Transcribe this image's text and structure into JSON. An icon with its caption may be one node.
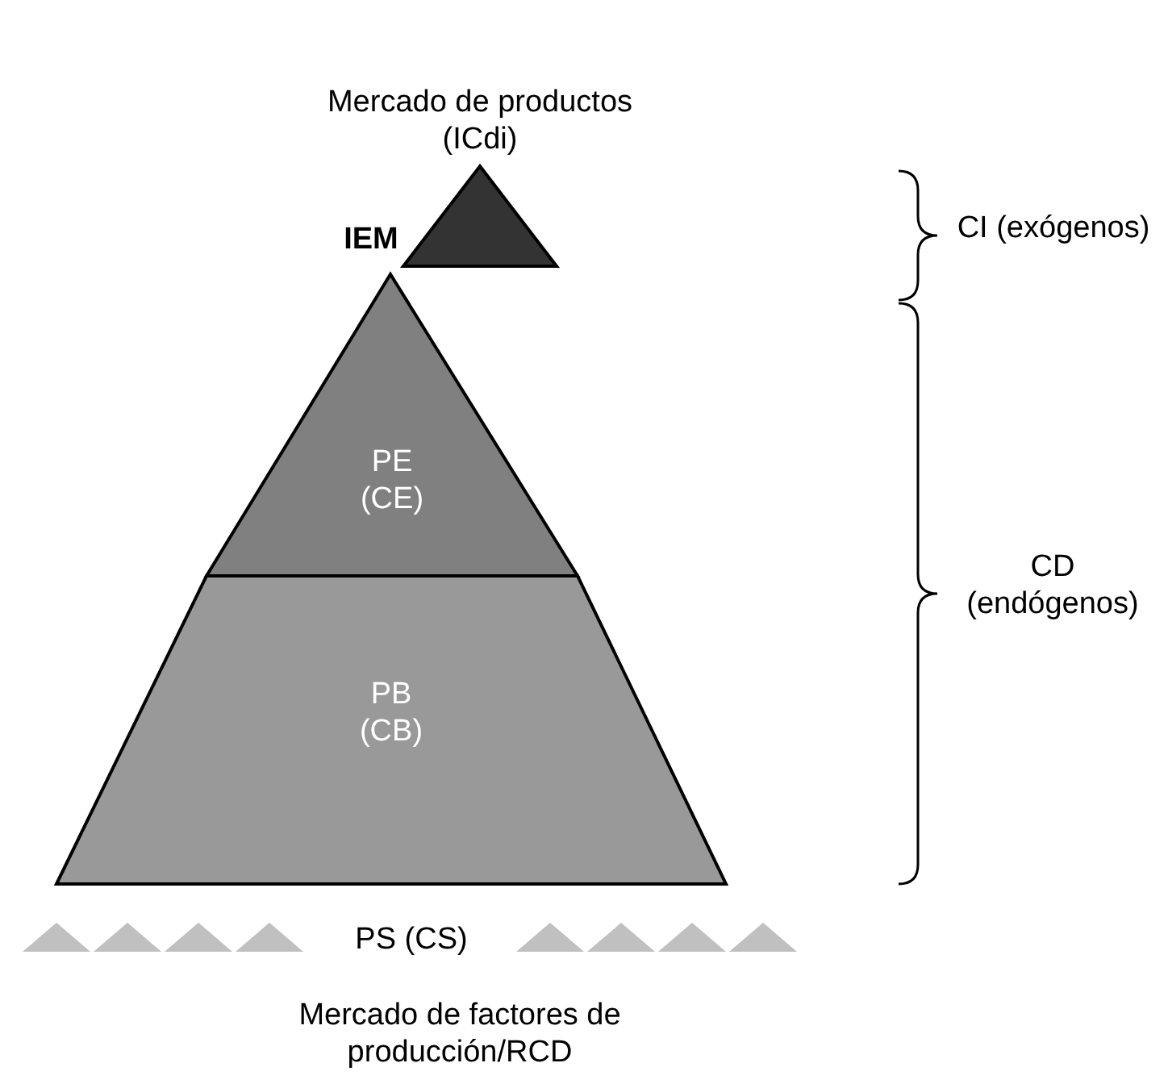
{
  "diagram": {
    "nodes": [
      {
        "text": [],
        "shape": "triangle",
        "beside": [
          "Mercado de productos (ICdi)"
        ]
      },
      {
        "text": [
          "PE (CE)"
        ]
      },
      {
        "text": [
          "PB (CB)"
        ]
      }
    ],
    "edges": [],
    "labels": [
      "IEM",
      "CI (exógenos)",
      "CD (endógenos)",
      "PS (CS)",
      "Mercado de factores de producción/RCD"
    ]
  }
}
